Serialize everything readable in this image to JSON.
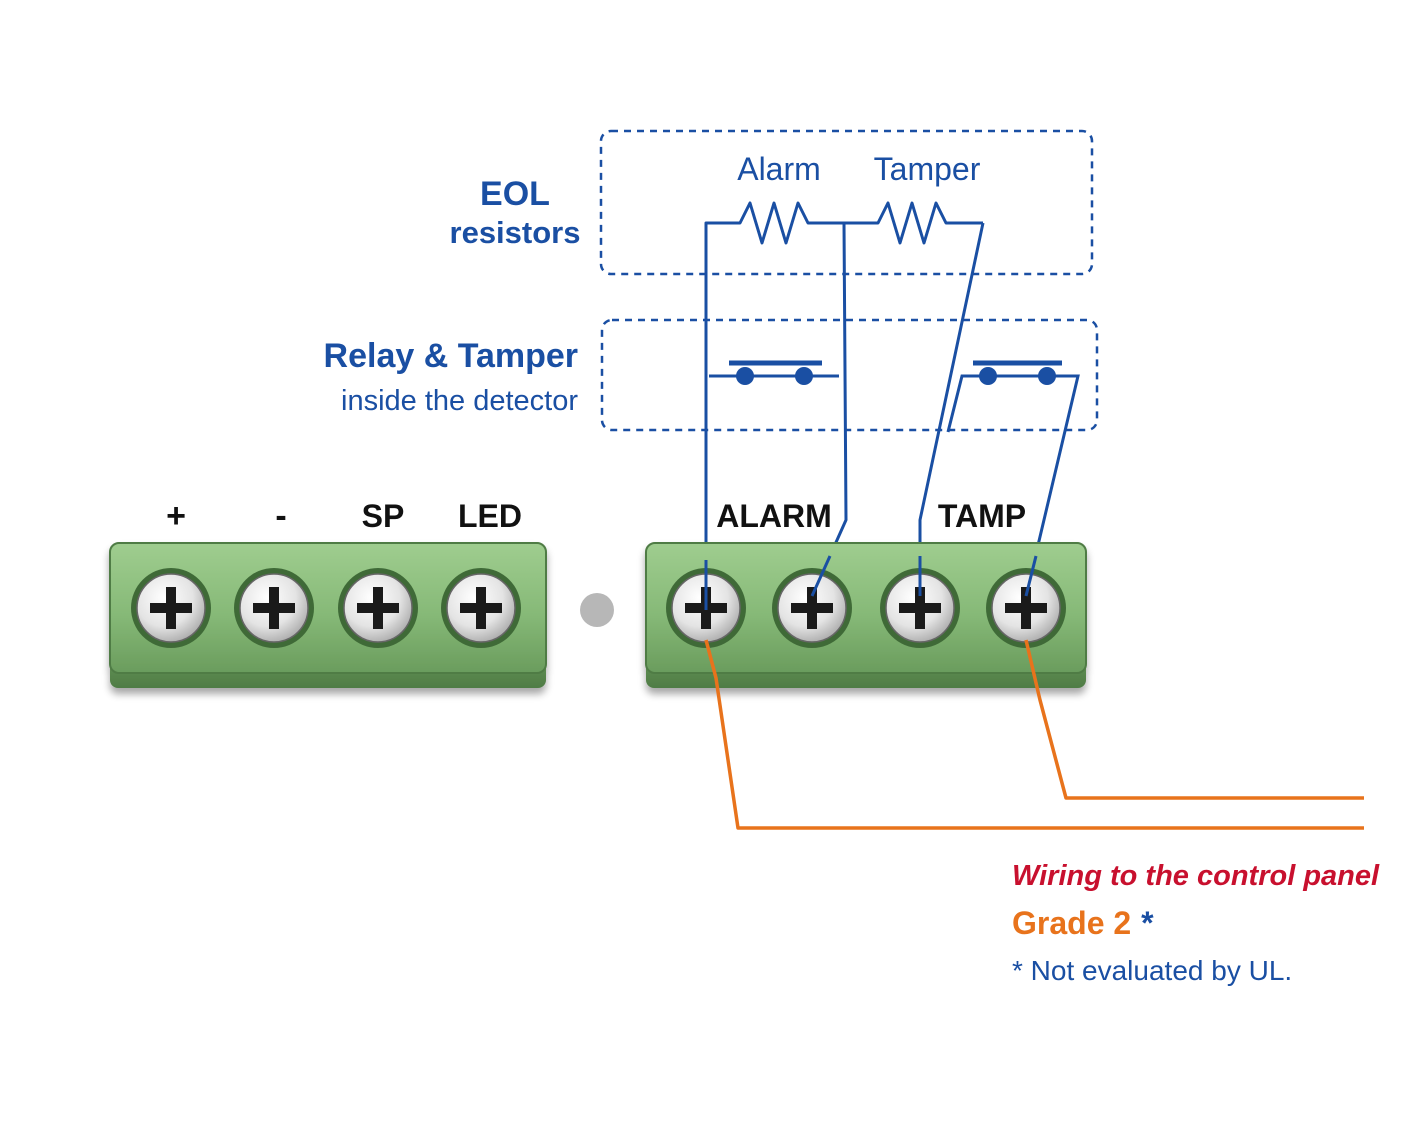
{
  "eol_box": {
    "title": "EOL",
    "subtitle": "resistors",
    "alarm_label": "Alarm",
    "tamper_label": "Tamper"
  },
  "relay_box": {
    "title": "Relay & Tamper",
    "subtitle": "inside the detector"
  },
  "terminals_left": {
    "labels": [
      "+",
      "-",
      "SP",
      "LED"
    ]
  },
  "terminals_right": {
    "alarm_label": "ALARM",
    "tamp_label": "TAMP"
  },
  "notes": {
    "wiring": "Wiring to the control panel",
    "grade": "Grade 2",
    "grade_star": "*",
    "ul": "* Not evaluated by UL."
  },
  "colors": {
    "diagram_blue": "#1a4fa3",
    "wire_orange": "#e8731c",
    "note_red": "#c8102e",
    "terminal_green": "#8cbf7d"
  }
}
